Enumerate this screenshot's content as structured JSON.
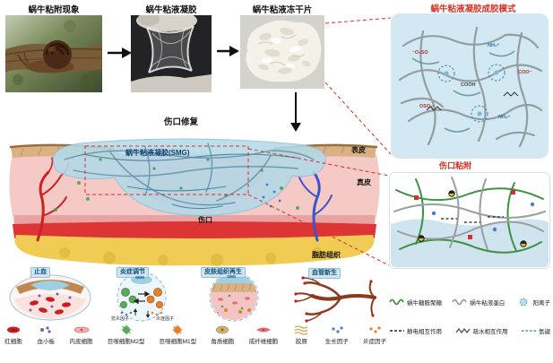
{
  "pipeline": {
    "photos": [
      {
        "label": "蜗牛粘附现象"
      },
      {
        "label": "蜗牛粘液凝胶"
      },
      {
        "label": "蜗牛粘液冻干片"
      }
    ]
  },
  "gel_mode": {
    "title": "蜗牛粘液凝胶成胶模式",
    "chem": [
      "⁻O₃SO",
      "NH₃⁺",
      "COO⁻",
      "COOH",
      "OSO₃⁻",
      "NH₃⁺"
    ]
  },
  "wound": {
    "section_title": "伤口修复",
    "gel_label": "蜗牛粘液凝胶(SMG)",
    "epidermis_label": "表皮",
    "dermis_label": "真皮",
    "wound_label": "伤口",
    "fat_label": "脂肪组织"
  },
  "adhesion": {
    "title": "伤口粘附"
  },
  "panels": {
    "hemostasis": {
      "title": "止血"
    },
    "inflammation": {
      "title": "炎症调节",
      "smg": "SMG",
      "anti": "抗炎因子",
      "pro": "炎症因子"
    },
    "regeneration": {
      "title": "皮肤组织再生",
      "smg": "SMG"
    },
    "angiogenesis": {
      "title": "血管新生"
    }
  },
  "cell_legend": {
    "items": [
      {
        "label": "红细胞"
      },
      {
        "label": "血小板"
      },
      {
        "label": "内皮细胞"
      },
      {
        "label": "巨噬细胞M2型"
      },
      {
        "label": "巨噬细胞M1型"
      },
      {
        "label": "角质细胞"
      },
      {
        "label": "成纤维细胞"
      },
      {
        "label": "胶原"
      },
      {
        "label": "生长因子"
      },
      {
        "label": "炎症因子"
      }
    ]
  },
  "molecule_legend": {
    "items": [
      {
        "label": "蜗牛糖胺聚糖"
      },
      {
        "label": "蜗牛粘液蛋白"
      },
      {
        "label": "阳离子"
      },
      {
        "label": "静电相互作用"
      },
      {
        "label": "疏水相互作用"
      },
      {
        "label": "氢键"
      }
    ]
  },
  "colors": {
    "accent_red": "#d93025",
    "panel_blue": "#d2e8f2",
    "gel_blue": "#b4dae9",
    "green_polymer": "#3f9144",
    "gray_polymer": "#8f9b9b"
  }
}
